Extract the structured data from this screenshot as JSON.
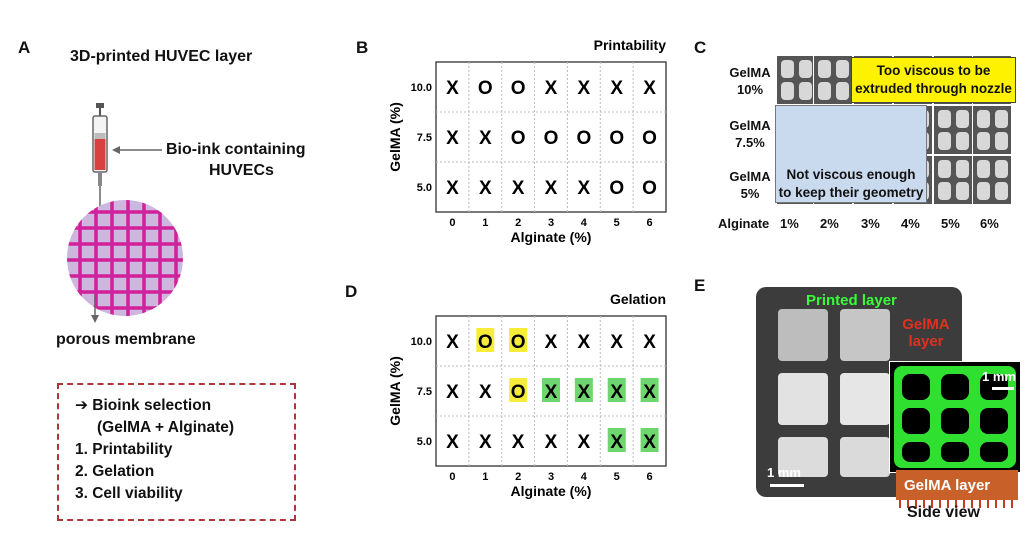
{
  "panelA": {
    "letter": "A",
    "title": "3D-printed HUVEC layer",
    "bioink_label_1": "Bio-ink containing",
    "bioink_label_2": "HUVECs",
    "membrane_label": "porous membrane",
    "selection": {
      "heading_1": "➔ Bioink selection",
      "heading_2": "(GelMA + Alginate)",
      "items": [
        "1.  Printability",
        "2.  Gelation",
        "3.  Cell viability"
      ]
    }
  },
  "panelB": {
    "letter": "B"
  },
  "panelC": {
    "letter": "C",
    "row_labels": [
      [
        "GelMA",
        "10%"
      ],
      [
        "GelMA",
        "7.5%"
      ],
      [
        "GelMA",
        "5%"
      ]
    ],
    "col_header": "Alginate",
    "col_labels": [
      "1%",
      "2%",
      "3%",
      "4%",
      "5%",
      "6%"
    ],
    "too_viscous_1": "Too viscous to be",
    "too_viscous_2": "extruded through nozzle",
    "not_viscous_1": "Not viscous enough",
    "not_viscous_2": "to keep their geometry"
  },
  "panelD": {
    "letter": "D"
  },
  "panelE": {
    "letter": "E",
    "printed_layer": "Printed layer",
    "gelma_layer_1": "GelMA",
    "gelma_layer_2": "layer",
    "scale_main": "1 mm",
    "scale_inset": "1 mm",
    "side_gelma": "GelMA layer",
    "side_view": "Side view"
  },
  "colors": {
    "magenta": "#d0209a",
    "yellow": "#f7ec3a",
    "green": "#6fd66f",
    "dashed_red": "#b0343a",
    "bright_green": "#37ff37"
  },
  "chart_data": [
    {
      "type": "table",
      "title": "Printability",
      "xlabel": "Alginate (%)",
      "ylabel": "GelMA (%)",
      "x": [
        "0",
        "1",
        "2",
        "3",
        "4",
        "5",
        "6"
      ],
      "y": [
        "10.0",
        "7.5",
        "5.0"
      ],
      "grid": true,
      "cells": [
        [
          "X",
          "O",
          "O",
          "X",
          "X",
          "X",
          "X"
        ],
        [
          "X",
          "X",
          "O",
          "O",
          "O",
          "O",
          "O"
        ],
        [
          "X",
          "X",
          "X",
          "X",
          "X",
          "O",
          "O"
        ]
      ]
    },
    {
      "type": "table",
      "title": "Gelation",
      "xlabel": "Alginate (%)",
      "ylabel": "GelMA (%)",
      "x": [
        "0",
        "1",
        "2",
        "3",
        "4",
        "5",
        "6"
      ],
      "y": [
        "10.0",
        "7.5",
        "5.0"
      ],
      "grid": true,
      "cells": [
        [
          "X",
          "O",
          "O",
          "X",
          "X",
          "X",
          "X"
        ],
        [
          "X",
          "X",
          "O",
          "X",
          "X",
          "X",
          "X"
        ],
        [
          "X",
          "X",
          "X",
          "X",
          "X",
          "X",
          "X"
        ]
      ],
      "highlight": [
        [
          "none",
          "yellow",
          "yellow",
          "none",
          "none",
          "none",
          "none"
        ],
        [
          "none",
          "none",
          "yellow",
          "green",
          "green",
          "green",
          "green"
        ],
        [
          "none",
          "none",
          "none",
          "none",
          "none",
          "green",
          "green"
        ]
      ]
    }
  ]
}
